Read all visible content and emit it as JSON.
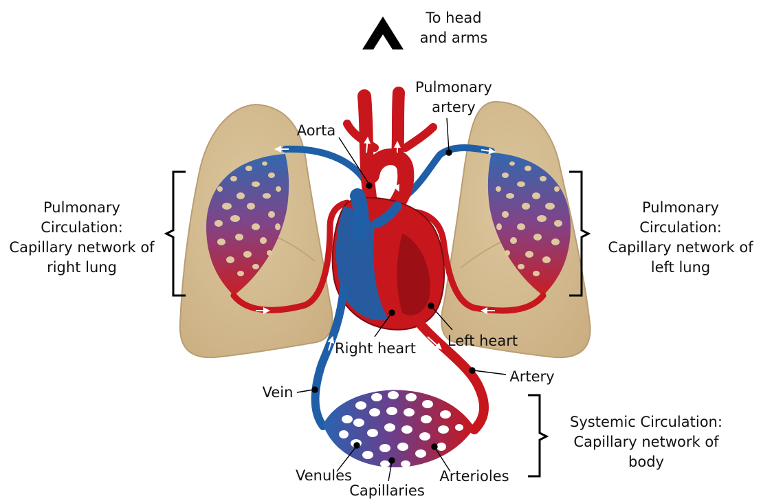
{
  "direction": {
    "text": "To head\nand arms",
    "icon": "chevron-up-icon"
  },
  "labels": {
    "pulmonary_artery": "Pulmonary\nartery",
    "aorta": "Aorta",
    "right_heart": "Right heart",
    "left_heart": "Left heart",
    "artery": "Artery",
    "vein": "Vein",
    "venules": "Venules",
    "capillaries": "Capillaries",
    "arterioles": "Arterioles"
  },
  "groups": {
    "pulmonary_right": "Pulmonary\nCirculation:\nCapillary network of\nright lung",
    "pulmonary_left": "Pulmonary\nCirculation:\nCapillary network of\nleft lung",
    "systemic": "Systemic Circulation:\nCapillary network of\nbody"
  },
  "colors": {
    "oxygenated": "#c8161d",
    "deoxygenated": "#1f5fa8",
    "lung": "#d4bc90",
    "lung_edge": "#bfa47a",
    "heart_dark": "#8e0d12"
  }
}
